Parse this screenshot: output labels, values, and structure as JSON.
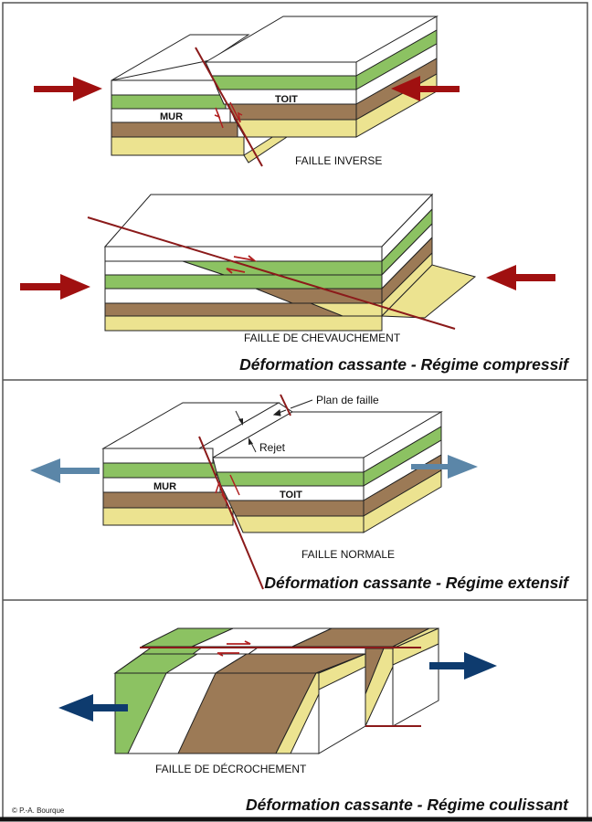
{
  "colors": {
    "green": "#8cc262",
    "brown": "#9c7a56",
    "yellow": "#ece390",
    "white": "#ffffff",
    "fault_red": "#8b1a1a",
    "compression_arrow": "#a01010",
    "extension_arrow": "#5b86a8",
    "strike_slip_arrow": "#0e3b6e"
  },
  "panels": [
    {
      "title": "Déformation cassante - Régime compressif",
      "diagrams": [
        {
          "name": "FAILLE INVERSE",
          "labels": {
            "mur": "MUR",
            "toit": "TOIT"
          },
          "arrows": "compression"
        },
        {
          "name": "FAILLE DE CHEVAUCHEMENT",
          "arrows": "compression"
        }
      ]
    },
    {
      "title": "Déformation cassante - Régime extensif",
      "diagrams": [
        {
          "name": "FAILLE NORMALE",
          "labels": {
            "mur": "MUR",
            "toit": "TOIT",
            "plan": "Plan de faille",
            "rejet": "Rejet"
          },
          "arrows": "extension"
        }
      ]
    },
    {
      "title": "Déformation cassante - Régime coulissant",
      "diagrams": [
        {
          "name": "FAILLE DE DÉCROCHEMENT",
          "arrows": "strike-slip"
        }
      ]
    }
  ],
  "copyright": "© P.-A. Bourque"
}
